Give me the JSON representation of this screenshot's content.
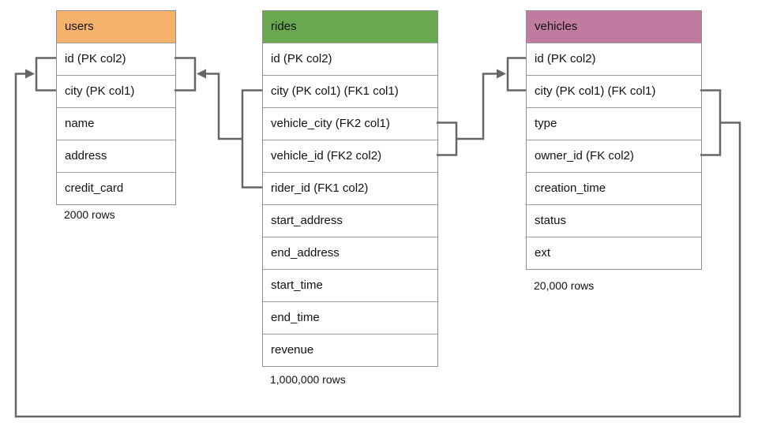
{
  "diagram": {
    "line_color": "#666666",
    "tables": [
      {
        "name": "users",
        "header_color": "#F6B26B",
        "columns": [
          "id (PK col2)",
          "city (PK col1)",
          "name",
          "address",
          "credit_card"
        ],
        "row_count": "2000 rows"
      },
      {
        "name": "rides",
        "header_color": "#6AA84F",
        "columns": [
          "id (PK col2)",
          "city (PK col1) (FK1 col1)",
          "vehicle_city (FK2 col1)",
          "vehicle_id (FK2 col2)",
          "rider_id (FK1 col2)",
          "start_address",
          "end_address",
          "start_time",
          "end_time",
          "revenue"
        ],
        "row_count": "1,000,000 rows"
      },
      {
        "name": "vehicles",
        "header_color": "#C27BA0",
        "columns": [
          "id (PK col2)",
          "city (PK col1) (FK col1)",
          "type",
          "owner_id (FK col2)",
          "creation_time",
          "status",
          "ext"
        ],
        "row_count": "20,000 rows"
      }
    ],
    "relationships": [
      {
        "from": "rides (city FK1 col1, rider_id FK1 col2)",
        "to": "users (city PK col1, id PK col2)"
      },
      {
        "from": "rides (vehicle_city FK2 col1, vehicle_id FK2 col2)",
        "to": "vehicles (city PK col1, id PK col2)"
      },
      {
        "from": "vehicles (city FK col1, owner_id FK col2)",
        "to": "users (city PK col1, id PK col2)"
      }
    ]
  }
}
